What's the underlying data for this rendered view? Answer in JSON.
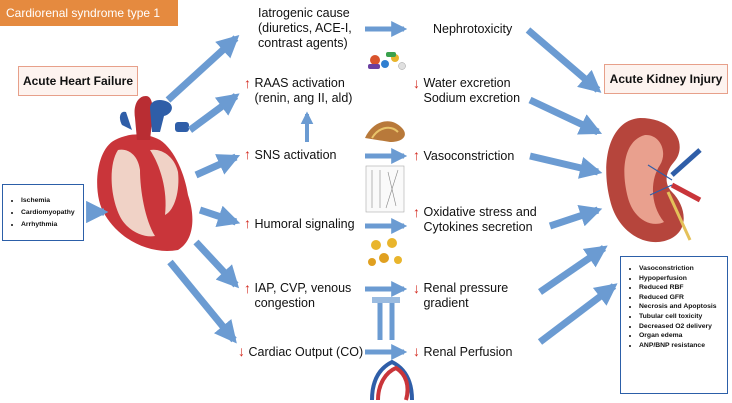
{
  "title": "Cardiorenal syndrome type 1",
  "left_box": "Acute Heart Failure",
  "right_box": "Acute Kidney Injury",
  "causes": [
    "Ischemia",
    "Cardiomyopathy",
    "Arrhythmia"
  ],
  "mediators": [
    {
      "direction": "",
      "text": "Iatrogenic cause\n(diuretics, ACE-I,\ncontrast agents)"
    },
    {
      "direction": "up",
      "text": "RAAS activation\n(renin, ang II, ald)"
    },
    {
      "direction": "up",
      "text": "SNS activation"
    },
    {
      "direction": "up",
      "text": "Humoral signaling"
    },
    {
      "direction": "up",
      "text": "IAP, CVP, venous\ncongestion"
    },
    {
      "direction": "down",
      "text": "Cardiac Output (CO)"
    }
  ],
  "renal_effects": [
    {
      "direction": "",
      "text": "Nephrotoxicity"
    },
    {
      "direction": "down",
      "text": "Water excretion\nSodium excretion"
    },
    {
      "direction": "up",
      "text": "Vasoconstriction"
    },
    {
      "direction": "up",
      "text": "Oxidative stress and\nCytokines secretion"
    },
    {
      "direction": "down",
      "text": "Renal pressure\ngradient"
    },
    {
      "direction": "down",
      "text": "Renal Perfusion"
    }
  ],
  "aki_features": [
    "Vasoconstriction",
    "Hypoperfusion",
    "Reduced RBF",
    "Reduced GFR",
    "Necrosis and Apoptosis",
    "Tubular cell toxicity",
    "Decreased O2 delivery",
    "Organ edema",
    "ANP/BNP resistance"
  ],
  "colors": {
    "title_bg": "#e58a3f",
    "box_border": "#e7a08a",
    "arrow": "#6b9bd2",
    "up_arrow": "#d42a1f",
    "list_border": "#2c5fa8"
  }
}
